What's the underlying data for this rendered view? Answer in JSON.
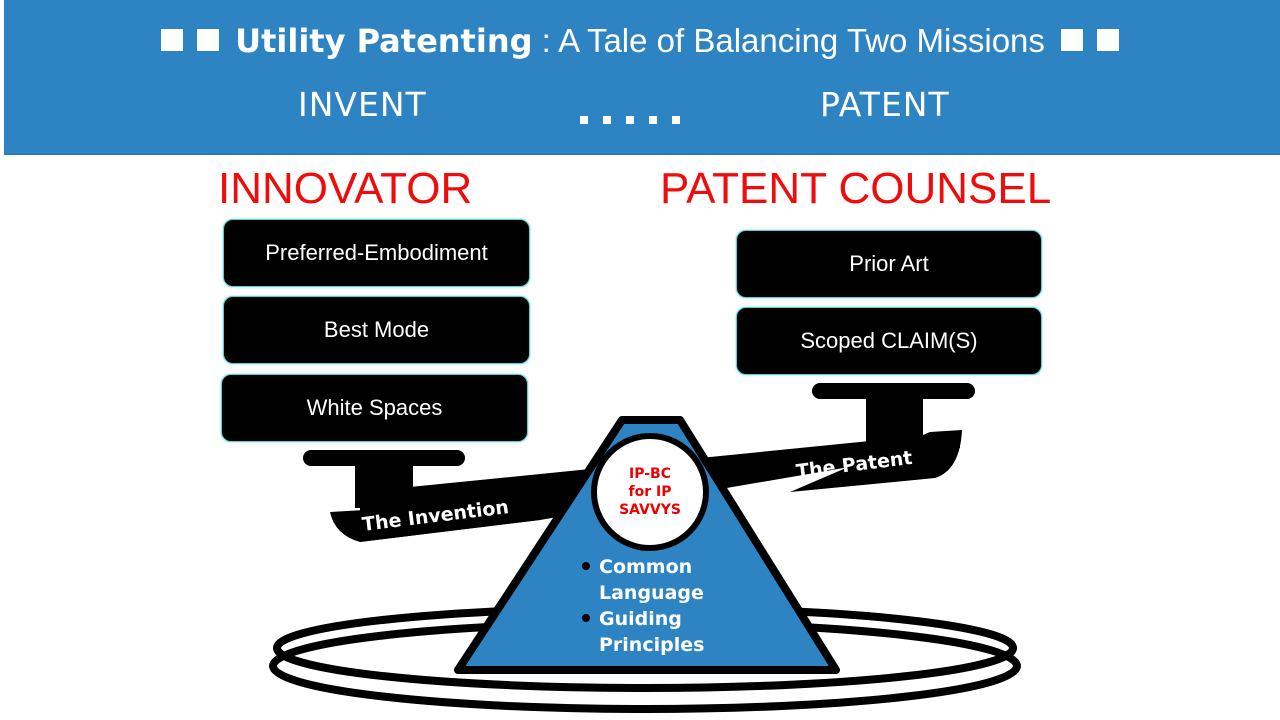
{
  "header": {
    "title_bold": "Utility Patenting",
    "title_rest": " : A Tale of Balancing Two Missions",
    "left_mission": "INVENT",
    "right_mission": "PATENT",
    "bg_color": "#2e84c2"
  },
  "innovator": {
    "heading": "INNOVATOR",
    "items": [
      "Preferred-Embodiment",
      "Best Mode",
      "White Spaces"
    ]
  },
  "counsel": {
    "heading": "PATENT COUNSEL",
    "items": [
      "Prior Art",
      "Scoped CLAIM(S)"
    ]
  },
  "scale": {
    "left_pan_label": "The Invention",
    "right_pan_label": "The Patent",
    "fulcrum_badge": [
      "IP-BC",
      "for IP",
      "SAVVYS"
    ],
    "fulcrum_bullets": [
      [
        "Common",
        "Language"
      ],
      [
        "Guiding",
        "Principles"
      ]
    ],
    "fulcrum_color": "#2e84c2",
    "heading_color": "#ee0d0d"
  }
}
